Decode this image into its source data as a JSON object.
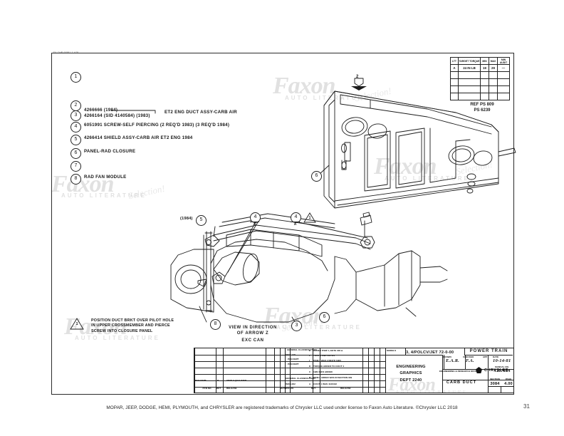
{
  "document": {
    "type": "technical-parts-illustration",
    "corner_code": "FX-CHR-00581-1-A78",
    "page_number": "31",
    "footer_text": "MOPAR, JEEP, DODGE, HEMI, PLYMOUTH, and CHRYSLER are registered trademarks of Chrysler LLC used under license to Faxon Auto Literature. ©Chrysler LLC 2018"
  },
  "watermark": {
    "brand": "Faxon",
    "subtitle": "AUTO LITERATURE",
    "selection": "Selection!"
  },
  "parts_list": [
    {
      "item": "1",
      "text": "",
      "sub": ""
    },
    {
      "item": "2",
      "text": "",
      "sub": ""
    },
    {
      "item": "3",
      "text": "4266666 (1984)",
      "sub": "4266164 (SID 4140584) (1983)",
      "desc": "ET2 ENG DUCT ASSY-CARB AIR"
    },
    {
      "item": "4",
      "text": "6051991 SCREW-SELF PIERCING (2 REQ'D 1983) (3 REQ'D 1984)",
      "sub": ""
    },
    {
      "item": "5",
      "text": "4266414 SHIELD ASSY-CARB AIR ET2 ENG 1984",
      "sub": ""
    },
    {
      "item": "6",
      "text": "PANEL-RAD CLOSURE",
      "sub": ""
    },
    {
      "item": "7",
      "text": "",
      "sub": ""
    },
    {
      "item": "8",
      "text": "RAD FAN MODULE",
      "sub": ""
    }
  ],
  "torque_table": {
    "headers": [
      "LTT",
      "TARGET TORQUE",
      "MIN",
      "MAX",
      "MIN AUDIT"
    ],
    "rows": [
      [
        "A",
        "24 IN LB",
        "19",
        "29",
        "—"
      ],
      [
        "",
        "",
        "",
        "",
        ""
      ],
      [
        "",
        "",
        "",
        "",
        ""
      ],
      [
        "",
        "",
        "",
        "",
        ""
      ],
      [
        "",
        "",
        "",
        "",
        ""
      ]
    ],
    "reference_line1": "REF PS 809",
    "reference_line2": "PS 6239"
  },
  "notes": {
    "warning_symbol": "1",
    "warning_text": "POSITION DUCT BRKT OVER PILOT HOLE\nIN UPPER CROSSMEMBER AND PIERCE\nSCREW INTO CLOSURE PANEL"
  },
  "view_label": {
    "line1": "VIEW IN DIRECTION",
    "line2": "OF ARROW Z",
    "line3": "EXC CAN"
  },
  "callouts": {
    "upper_view": [
      {
        "label": "2",
        "kind": "arrow-marker"
      },
      {
        "label": "6",
        "kind": "balloon"
      }
    ],
    "lower_view": [
      {
        "label": "5",
        "kind": "balloon",
        "note": "(1984)"
      },
      {
        "label": "4",
        "kind": "balloon",
        "sub": "A"
      },
      {
        "label": "4",
        "kind": "balloon",
        "sub": "A"
      },
      {
        "label": "1",
        "kind": "warning-triangle"
      },
      {
        "label": "8",
        "kind": "balloon"
      },
      {
        "label": "3",
        "kind": "balloon"
      },
      {
        "label": "6",
        "kind": "balloon"
      }
    ]
  },
  "title_block": {
    "system": "POWER TRAIN",
    "models_label": "MODELS",
    "models_value": "3, 4/POLCV/JET 72-0-00",
    "dept_line1": "ENGINEERING",
    "dept_line2": "GRAPHICS",
    "dept_line3": "DEPT 2240",
    "part_title": "CARB DUCT",
    "office_label": "ENGINEERING & RESEARCH OFFICE",
    "brand": "CHRYSLER",
    "drawn_label": "DRAWN",
    "drawn_value": "E.A.R.",
    "checked_label": "CHECKED",
    "checked_value": "F.A.",
    "app_label": "APP",
    "date_label": "DATE",
    "date_value": "10-14-81",
    "manual_label": "MANUAL NO.",
    "manual_value": "4187514",
    "section_label": "SECTION",
    "section_value": "3084",
    "page_label": "PAGE",
    "page_value": "4.00",
    "columns_left": [
      "PCN NO.",
      "RET",
      "RELEASE",
      "DATE",
      "DR",
      "CK"
    ],
    "revision_rows": [
      {
        "code": "E",
        "text": "ADDED ITEM 5, NOTE 300 &"
      },
      {
        "code": "F",
        "text": "TOOL 1 AND NOTES"
      },
      {
        "code": "I",
        "text": "ITEM 4 WAS 2 REQ'D 1983"
      },
      {
        "code": "D",
        "text": "TORQUE ADDED TO C/OUT 4"
      },
      {
        "code": "C",
        "text": "1984 INFO ADDED"
      },
      {
        "code": "B",
        "text": "ITEM 3 ADDED WAS IN SECTION 309"
      },
      {
        "code": "A",
        "text": "C/OUT 1 WAS 4146442"
      }
    ],
    "revision_left_rows": [
      {
        "pcn": "30827-138",
        "code": "F"
      },
      {
        "pcn": "PCN DEPT",
        "code": "I"
      },
      {
        "pcn": "PCN DEPT",
        "code": "D"
      },
      {
        "pcn": "28208-062",
        "code": "A"
      }
    ],
    "classification_label": "GENERAL CLASSIFICATION",
    "release_row_text": "VIEW Z QUALIFIED",
    "release_row_ret": "R"
  }
}
